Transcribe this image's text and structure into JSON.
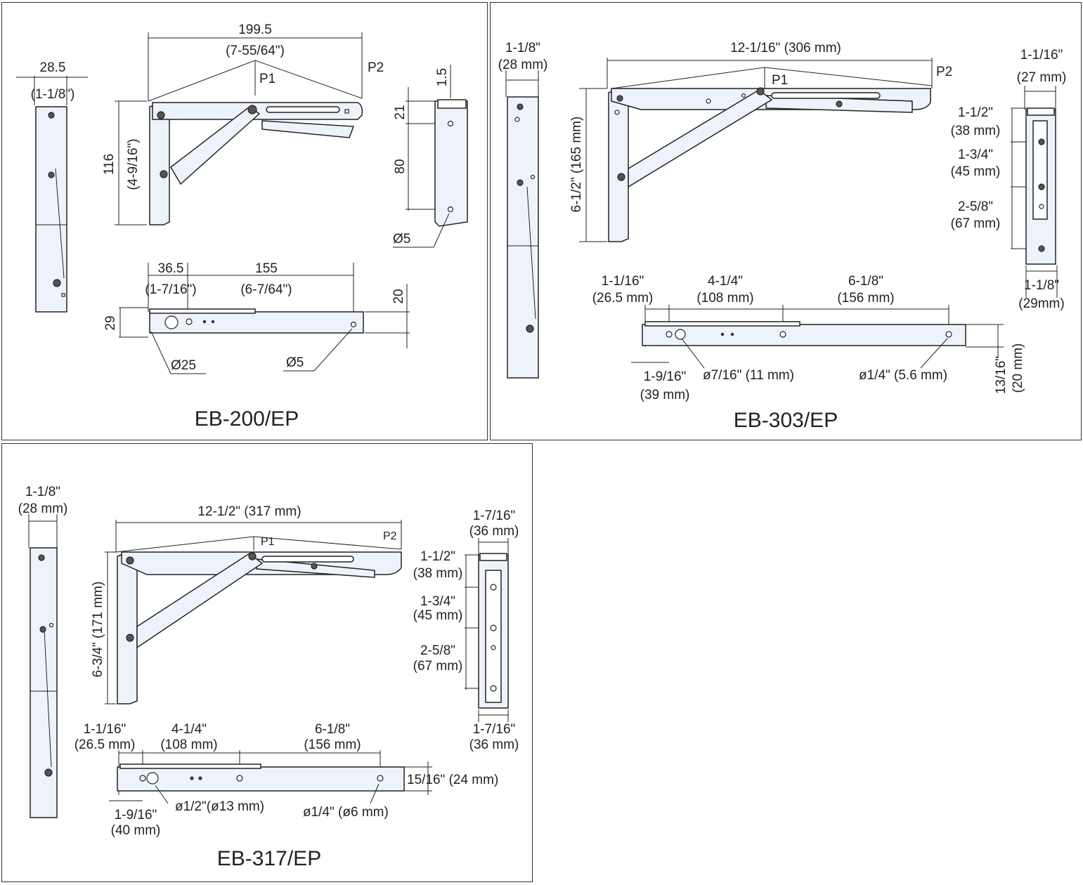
{
  "eb200": {
    "title": "EB-200/EP",
    "side_width": "28.5",
    "side_width_in": "(1-1/8\")",
    "length": "199.5",
    "length_in": "(7-55/64\")",
    "p1": "P1",
    "p2": "P2",
    "height": "116",
    "height_in": "(4-9/16\")",
    "end_top": "1.5",
    "end_21": "21",
    "end_80": "80",
    "end_hole": "Ø5",
    "bottom_365": "36.5",
    "bottom_365_in": "(1-7/16\")",
    "bottom_155": "155",
    "bottom_155_in": "(6-7/64\")",
    "bottom_29": "29",
    "bottom_20": "20",
    "hole_25": "Ø25",
    "hole_5": "Ø5"
  },
  "eb303": {
    "title": "EB-303/EP",
    "side_width": "1-1/8\"",
    "side_width_mm": "(28 mm)",
    "length": "12-1/16\" (306 mm)",
    "p1": "P1",
    "p2": "P2",
    "height": "6-1/2\" (165 mm)",
    "end_width": "1-1/16\"",
    "end_width_mm": "(27 mm)",
    "end_a": "1-1/2\"",
    "end_a_mm": "(38 mm)",
    "end_b": "1-3/4\"",
    "end_b_mm": "(45 mm)",
    "end_c": "2-5/8\"",
    "end_c_mm": "(67 mm)",
    "end_bottom": "1-1/8\"",
    "end_bottom_mm": "(29mm)",
    "b1": "1-1/16\"",
    "b1_mm": "(26.5 mm)",
    "b2": "4-1/4\"",
    "b2_mm": "(108 mm)",
    "b3": "6-1/8\"",
    "b3_mm": "(156 mm)",
    "b4": "1-9/16\"",
    "b4_mm": "(39 mm)",
    "hole_big": "ø7/16\" (11 mm)",
    "hole_small": "ø1/4\" (5.6 mm)",
    "thick": "13/16\"",
    "thick_mm": "(20 mm)"
  },
  "eb317": {
    "title": "EB-317/EP",
    "side_width": "1-1/8\"",
    "side_width_mm": "(28 mm)",
    "length": "12-1/2\" (317 mm)",
    "p1": "P1",
    "p2": "P2",
    "height": "6-3/4\" (171 mm)",
    "end_width": "1-7/16\"",
    "end_width_mm": "(36 mm)",
    "end_a": "1-1/2\"",
    "end_a_mm": "(38 mm)",
    "end_b": "1-3/4\"",
    "end_b_mm": "(45 mm)",
    "end_c": "2-5/8\"",
    "end_c_mm": "(67 mm)",
    "end_bottom": "1-7/16\"",
    "end_bottom_mm": "(36 mm)",
    "b1": "1-1/16\"",
    "b1_mm": "(26.5 mm)",
    "b2": "4-1/4\"",
    "b2_mm": "(108 mm)",
    "b3": "6-1/8\"",
    "b3_mm": "(156 mm)",
    "b4": "1-9/16\"",
    "b4_mm": "(40 mm)",
    "hole_big": "ø1/2\"(ø13 mm)",
    "hole_small": "ø1/4\" (ø6 mm)",
    "thick": "15/16\" (24 mm)"
  }
}
